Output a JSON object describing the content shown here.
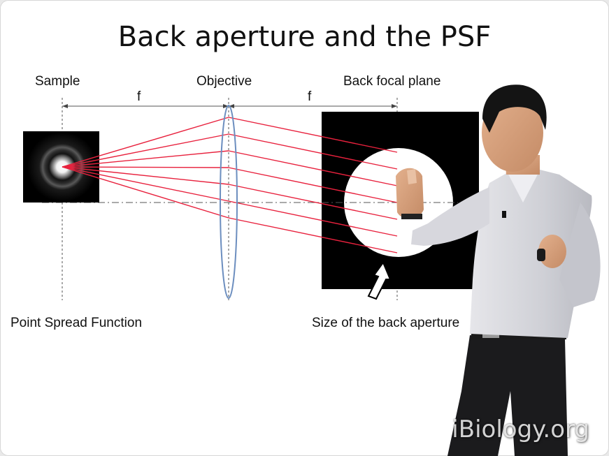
{
  "slide": {
    "title": "Back aperture and the PSF",
    "labels": {
      "sample": "Sample",
      "objective": "Objective",
      "back_focal_plane": "Back focal plane",
      "focal_length_left": "f",
      "focal_length_right": "f",
      "point_spread_function": "Point Spread Function",
      "back_aperture_size": "Size of the back aperture"
    },
    "colors": {
      "ray": "#e8213d",
      "lens": "#6c8ebf",
      "background": "#ffffff",
      "panel": "#000000"
    }
  },
  "presenter": {
    "description_icon": "presenter-figure"
  },
  "watermark": {
    "text": "iBiology.org"
  }
}
